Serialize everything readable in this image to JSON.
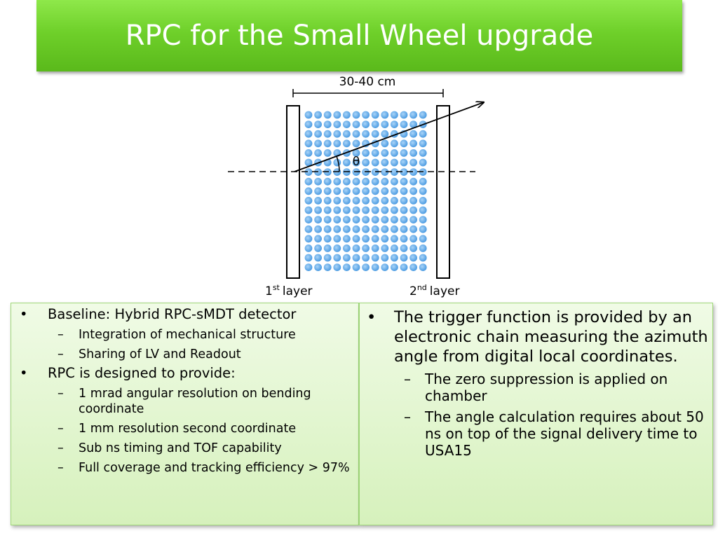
{
  "title": "RPC for the Small Wheel upgrade",
  "diagram": {
    "dimension_label": "30-40 cm",
    "angle_label": "θ",
    "layer1": {
      "num": "1",
      "sup": "st",
      "word": "layer"
    },
    "layer2": {
      "num": "2",
      "sup": "nd",
      "word": "layer"
    },
    "colors": {
      "dots": "#5aa5e6",
      "lines": "#000000"
    }
  },
  "left_box": {
    "bullet_glyph": "•",
    "dash_glyph": "–",
    "items": [
      {
        "text": "Baseline: Hybrid RPC-sMDT detector",
        "sub": [
          "Integration of mechanical structure",
          "Sharing of LV and Readout"
        ]
      },
      {
        "text": "RPC is designed to provide:",
        "sub": [
          "1 mrad angular resolution on bending coordinate",
          "1 mm resolution second coordinate",
          "Sub ns timing and TOF capability",
          "Full coverage and tracking efficiency > 97%"
        ]
      }
    ]
  },
  "right_box": {
    "bullet_glyph": "•",
    "dash_glyph": "–",
    "items": [
      {
        "text": "The trigger function is provided by an electronic chain measuring the azimuth angle from digital local coordinates.",
        "sub": [
          "The zero suppression is applied on chamber",
          "The angle calculation requires about 50 ns on top of the signal delivery time  to USA15"
        ]
      }
    ]
  },
  "colors": {
    "title_green": "#6fd02a",
    "box_bg": "#d6f1bc"
  }
}
